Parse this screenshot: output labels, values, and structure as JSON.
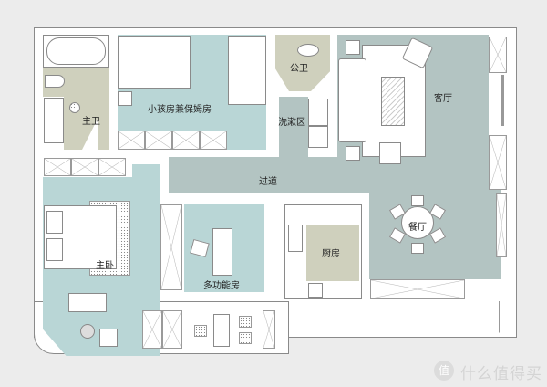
{
  "floorplan": {
    "rooms": [
      {
        "id": "master-bath",
        "label": "主卫"
      },
      {
        "id": "kids-nanny-room",
        "label": "小孩房兼保姆房"
      },
      {
        "id": "guest-bath",
        "label": "公卫"
      },
      {
        "id": "wash-area",
        "label": "洗漱区"
      },
      {
        "id": "living-room",
        "label": "客厅"
      },
      {
        "id": "corridor",
        "label": "过道"
      },
      {
        "id": "master-bedroom",
        "label": "主卧"
      },
      {
        "id": "multi-function-room",
        "label": "多功能房"
      },
      {
        "id": "kitchen",
        "label": "厨房"
      },
      {
        "id": "dining-room",
        "label": "餐厅"
      }
    ],
    "colors": {
      "bedroom_floor": "#b9d6d6",
      "public_floor": "#b3c4c2",
      "wet_area_floor": "#cfd0bd",
      "wall": "#ffffff",
      "background": "#ececec"
    }
  },
  "watermark": {
    "icon": "值",
    "text": "什么值得买"
  }
}
